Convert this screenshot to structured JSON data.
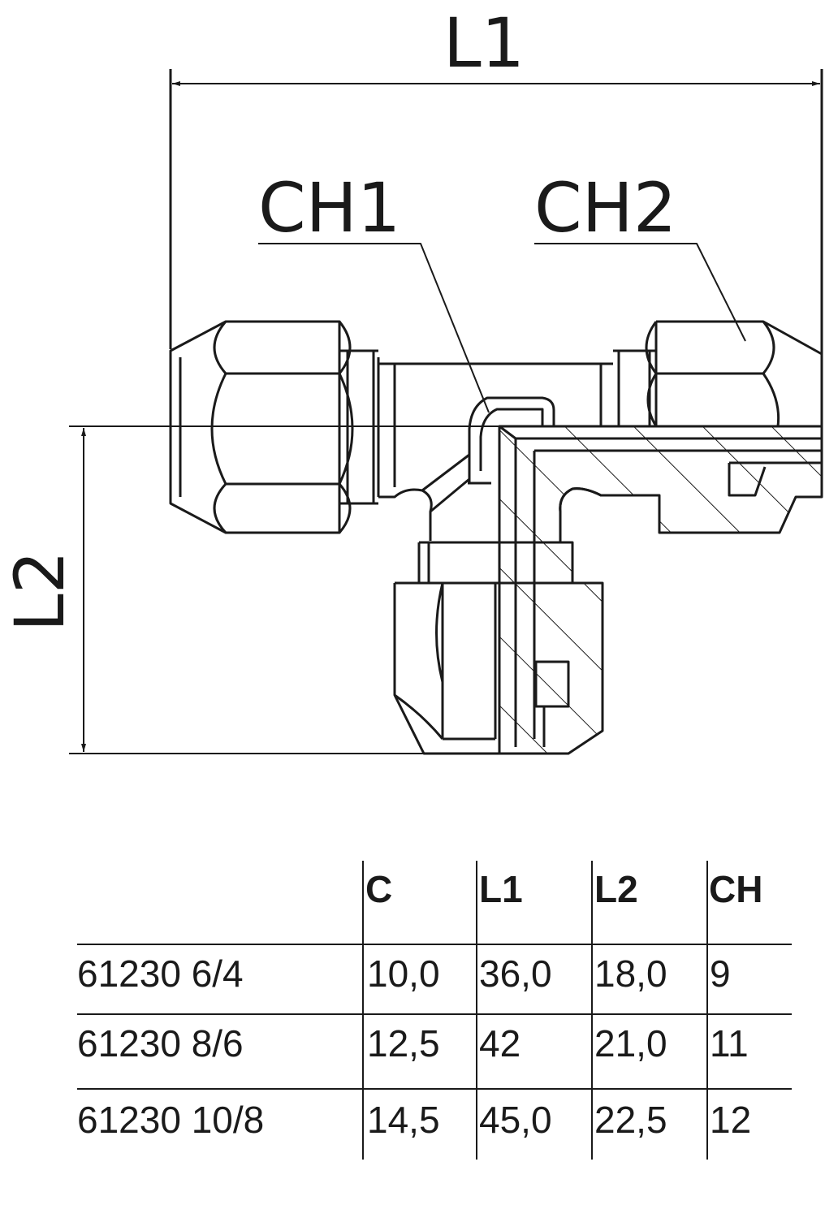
{
  "labels": {
    "l1": "L1",
    "l2": "L2",
    "ch1": "CH1",
    "ch2": "CH2"
  },
  "table": {
    "headers": [
      "C",
      "L1",
      "L2",
      "CH"
    ],
    "rows": [
      {
        "code": "61230 6/4",
        "c": "10,0",
        "l1": "36,0",
        "l2": "18,0",
        "ch": "9"
      },
      {
        "code": "61230 8/6",
        "c": "12,5",
        "l1": "42",
        "l2": "21,0",
        "ch": "11"
      },
      {
        "code": "61230 10/8",
        "c": "14,5",
        "l1": "45,0",
        "l2": "22,5",
        "ch": "12"
      }
    ]
  },
  "colors": {
    "line": "#1a1a1a",
    "background": "#ffffff"
  }
}
